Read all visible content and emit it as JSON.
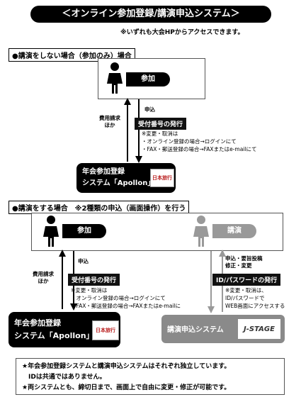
{
  "title": "＜オンライン参加登録/講演申込システム＞",
  "note_top": "※いずれも大会HPからアクセスできます。",
  "section1": {
    "heading": "●講演をしない場合（参加のみ）場合",
    "participant_label": "参加",
    "apply_label": "申込",
    "cost_label": "費用請求\nほか",
    "receipt_label": "受付番号の発行",
    "notes": [
      "※変更・取消は",
      "・オンライン登録の場合→ログインにて",
      "・FAX・郵送登録の場合→FAXまたはe-mailにて"
    ],
    "system_name": "年会参加登録\nシステム「Apollon」",
    "logo_text": "日本旅行"
  },
  "section2": {
    "heading": "●講演をする場合　※2種類の申込（画面操作）を行う",
    "participant_label": "参加",
    "speaker_label": "講演",
    "apply_label": "申込",
    "cost_label": "費用請求\nほか",
    "receipt_label": "受付番号の発行",
    "notes": [
      "※変更・取消は",
      "・オンライン登録の場合→ログインにて",
      "・FAX・郵送登録の場合→FAXまたはe-mailに"
    ],
    "system_name": "年会参加登録\nシステム「Apollon」",
    "logo_text": "日本旅行",
    "speaker_apply": "申込・要旨投稿\n修正・変更",
    "id_label": "ID/パスワードの発行",
    "speaker_notes": [
      "※変更・取消は、",
      "ID/パスワードで",
      "WEB画面にアクセスする"
    ],
    "speaker_system": "講演申込システム",
    "jstage": "J-STAGE"
  },
  "bottom": [
    "★年会参加登録システムと講演申込システムはそれぞれ独立しています。",
    "　IDは共通ではありません。",
    "★両システムとも、締切日まで、画面上で自由に変更・修正が可能です。"
  ],
  "colors": {
    "black": "#000000",
    "gray": "#8a8a8a",
    "logo_red": "#b22222"
  }
}
